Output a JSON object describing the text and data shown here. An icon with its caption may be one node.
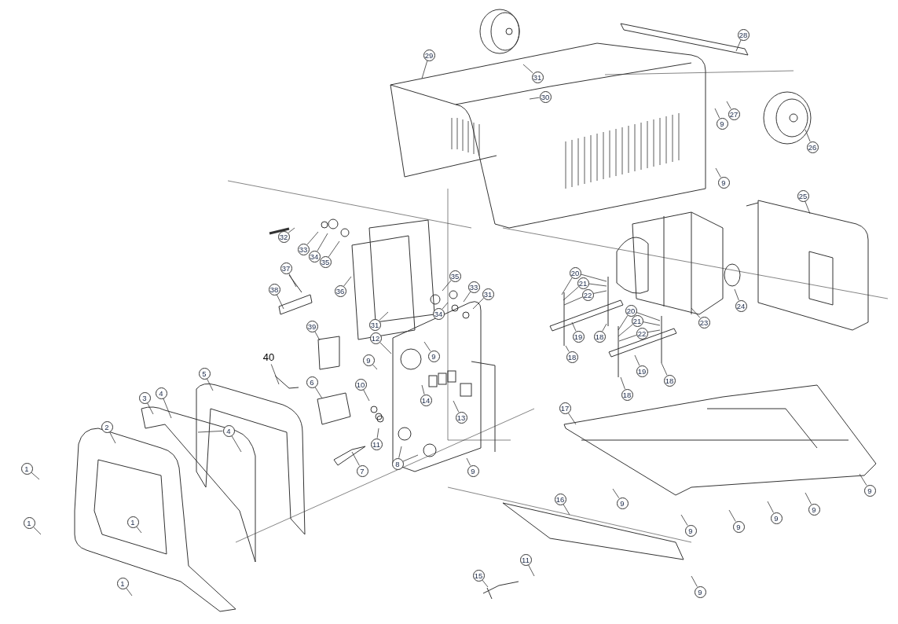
{
  "diagram": {
    "nodes": [
      {
        "text": [
          "28"
        ]
      },
      {
        "text": [
          "29"
        ]
      },
      {
        "text": [
          "31"
        ]
      },
      {
        "text": [
          "30"
        ]
      },
      {
        "text": [
          "27"
        ]
      },
      {
        "text": [
          "9"
        ]
      },
      {
        "text": [
          "26"
        ]
      },
      {
        "text": [
          "9"
        ]
      },
      {
        "text": [
          "25"
        ]
      },
      {
        "text": [
          "32"
        ]
      },
      {
        "text": [
          "33"
        ]
      },
      {
        "text": [
          "34"
        ]
      },
      {
        "text": [
          "35"
        ]
      },
      {
        "text": [
          "37"
        ]
      },
      {
        "text": [
          "20"
        ]
      },
      {
        "text": [
          "35"
        ]
      },
      {
        "text": [
          "21"
        ]
      },
      {
        "text": [
          "33"
        ]
      },
      {
        "text": [
          "38"
        ]
      },
      {
        "text": [
          "36"
        ]
      },
      {
        "text": [
          "31"
        ]
      },
      {
        "text": [
          "22"
        ]
      },
      {
        "text": [
          "24"
        ]
      },
      {
        "text": [
          "20"
        ]
      },
      {
        "text": [
          "34"
        ]
      },
      {
        "text": [
          "21"
        ]
      },
      {
        "text": [
          "23"
        ]
      },
      {
        "text": [
          "31"
        ]
      },
      {
        "text": [
          "39"
        ]
      },
      {
        "text": [
          "22"
        ]
      },
      {
        "text": [
          "19"
        ]
      },
      {
        "text": [
          "18"
        ]
      },
      {
        "text": [
          "12"
        ]
      },
      {
        "text": [
          "9"
        ]
      },
      {
        "text": [
          "18"
        ]
      },
      {
        "text": [
          "40"
        ]
      },
      {
        "text": [
          "9"
        ]
      },
      {
        "text": [
          "19"
        ]
      },
      {
        "text": [
          "5"
        ]
      },
      {
        "text": [
          "18"
        ]
      },
      {
        "text": [
          "6"
        ]
      },
      {
        "text": [
          "10"
        ]
      },
      {
        "text": [
          "4"
        ]
      },
      {
        "text": [
          "18"
        ]
      },
      {
        "text": [
          "3"
        ]
      },
      {
        "text": [
          "14"
        ]
      },
      {
        "text": [
          "17"
        ]
      },
      {
        "text": [
          "13"
        ]
      },
      {
        "text": [
          "2"
        ]
      },
      {
        "text": [
          "4"
        ]
      },
      {
        "text": [
          "11"
        ]
      },
      {
        "text": [
          "8"
        ]
      },
      {
        "text": [
          "1"
        ]
      },
      {
        "text": [
          "7"
        ]
      },
      {
        "text": [
          "9"
        ]
      },
      {
        "text": [
          "9"
        ]
      },
      {
        "text": [
          "16"
        ]
      },
      {
        "text": [
          "9"
        ]
      },
      {
        "text": [
          "9"
        ]
      },
      {
        "text": [
          "9"
        ]
      },
      {
        "text": [
          "1"
        ]
      },
      {
        "text": [
          "1"
        ]
      },
      {
        "text": [
          "9"
        ]
      },
      {
        "text": [
          "9"
        ]
      },
      {
        "text": [
          "11"
        ]
      },
      {
        "text": [
          "15"
        ]
      },
      {
        "text": [
          "1"
        ]
      },
      {
        "text": [
          "9"
        ]
      }
    ],
    "edges": [
      {
        "from": 0,
        "to": null,
        "arrow": "none"
      },
      {
        "from": 1,
        "to": null,
        "arrow": "none"
      },
      {
        "from": 2,
        "to": null,
        "arrow": "none"
      },
      {
        "from": 3,
        "to": null,
        "arrow": "none"
      },
      {
        "from": 4,
        "to": null,
        "arrow": "none"
      },
      {
        "from": 5,
        "to": null,
        "arrow": "none"
      },
      {
        "from": 6,
        "to": null,
        "arrow": "none"
      },
      {
        "from": 7,
        "to": null,
        "arrow": "none"
      },
      {
        "from": 8,
        "to": null,
        "arrow": "none"
      },
      {
        "from": 9,
        "to": null,
        "arrow": "none"
      },
      {
        "from": 10,
        "to": null,
        "arrow": "none"
      },
      {
        "from": 11,
        "to": null,
        "arrow": "none"
      },
      {
        "from": 12,
        "to": null,
        "arrow": "none"
      },
      {
        "from": 13,
        "to": null,
        "arrow": "none"
      },
      {
        "from": 14,
        "to": null,
        "arrow": "none"
      },
      {
        "from": 14,
        "to": null,
        "arrow": "none"
      },
      {
        "from": 15,
        "to": null,
        "arrow": "none"
      },
      {
        "from": 16,
        "to": null,
        "arrow": "none"
      },
      {
        "from": 16,
        "to": null,
        "arrow": "none"
      },
      {
        "from": 17,
        "to": null,
        "arrow": "none"
      },
      {
        "from": 18,
        "to": null,
        "arrow": "none"
      },
      {
        "from": 19,
        "to": null,
        "arrow": "none"
      },
      {
        "from": 20,
        "to": null,
        "arrow": "none"
      },
      {
        "from": 21,
        "to": null,
        "arrow": "none"
      },
      {
        "from": 21,
        "to": null,
        "arrow": "none"
      },
      {
        "from": 22,
        "to": null,
        "arrow": "none"
      },
      {
        "from": 23,
        "to": null,
        "arrow": "none"
      },
      {
        "from": 23,
        "to": null,
        "arrow": "none"
      },
      {
        "from": 24,
        "to": null,
        "arrow": "none"
      },
      {
        "from": 25,
        "to": null,
        "arrow": "none"
      },
      {
        "from": 25,
        "to": null,
        "arrow": "none"
      },
      {
        "from": 26,
        "to": null,
        "arrow": "none"
      },
      {
        "from": 27,
        "to": null,
        "arrow": "none"
      },
      {
        "from": 28,
        "to": null,
        "arrow": "none"
      },
      {
        "from": 29,
        "to": null,
        "arrow": "none"
      },
      {
        "from": 29,
        "to": null,
        "arrow": "none"
      },
      {
        "from": 30,
        "to": null,
        "arrow": "none"
      },
      {
        "from": 31,
        "to": null,
        "arrow": "none"
      },
      {
        "from": 32,
        "to": null,
        "arrow": "none"
      },
      {
        "from": 33,
        "to": null,
        "arrow": "none"
      },
      {
        "from": 34,
        "to": null,
        "arrow": "none"
      },
      {
        "from": 35,
        "to": null,
        "arrow": "none"
      },
      {
        "from": 36,
        "to": null,
        "arrow": "none"
      },
      {
        "from": 37,
        "to": null,
        "arrow": "none"
      },
      {
        "from": 38,
        "to": null,
        "arrow": "none"
      },
      {
        "from": 39,
        "to": null,
        "arrow": "none"
      },
      {
        "from": 40,
        "to": null,
        "arrow": "none"
      },
      {
        "from": 41,
        "to": null,
        "arrow": "none"
      },
      {
        "from": 42,
        "to": null,
        "arrow": "none"
      },
      {
        "from": 43,
        "to": null,
        "arrow": "none"
      },
      {
        "from": 44,
        "to": null,
        "arrow": "none"
      },
      {
        "from": 45,
        "to": null,
        "arrow": "none"
      },
      {
        "from": 46,
        "to": null,
        "arrow": "none"
      },
      {
        "from": 47,
        "to": null,
        "arrow": "none"
      },
      {
        "from": 48,
        "to": null,
        "arrow": "none"
      },
      {
        "from": 49,
        "to": null,
        "arrow": "none"
      },
      {
        "from": 49,
        "to": null,
        "arrow": "none"
      },
      {
        "from": 50,
        "to": null,
        "arrow": "none"
      },
      {
        "from": 51,
        "to": null,
        "arrow": "none"
      },
      {
        "from": 51,
        "to": null,
        "arrow": "none"
      },
      {
        "from": 52,
        "to": null,
        "arrow": "none"
      },
      {
        "from": 53,
        "to": null,
        "arrow": "none"
      },
      {
        "from": 54,
        "to": null,
        "arrow": "none"
      },
      {
        "from": 55,
        "to": null,
        "arrow": "none"
      },
      {
        "from": 56,
        "to": null,
        "arrow": "none"
      },
      {
        "from": 57,
        "to": null,
        "arrow": "none"
      },
      {
        "from": 58,
        "to": null,
        "arrow": "none"
      },
      {
        "from": 59,
        "to": null,
        "arrow": "none"
      },
      {
        "from": 60,
        "to": null,
        "arrow": "none"
      },
      {
        "from": 61,
        "to": null,
        "arrow": "none"
      },
      {
        "from": 62,
        "to": null,
        "arrow": "none"
      },
      {
        "from": 63,
        "to": null,
        "arrow": "none"
      },
      {
        "from": 64,
        "to": null,
        "arrow": "none"
      },
      {
        "from": 65,
        "to": null,
        "arrow": "none"
      },
      {
        "from": 66,
        "to": null,
        "arrow": "none"
      },
      {
        "from": 67,
        "to": null,
        "arrow": "none"
      }
    ]
  }
}
